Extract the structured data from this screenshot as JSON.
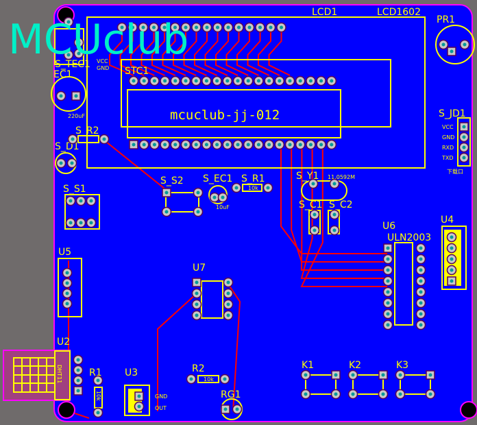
{
  "logo": "MCUclub",
  "colors": {
    "board": "#0000ff",
    "silk": "#ffff00",
    "trace": "#ff0000",
    "outline": "#ff00ff",
    "logo": "#00f0c8",
    "background": "#6f6b6b"
  },
  "labels": {
    "lcd1": "LCD1",
    "lcd1602": "LCD1602",
    "stc1": "STC1",
    "chip_text": "mcuclub-jj-012",
    "pr1": "PR1",
    "s_jd1": "S_JD1",
    "vcc": "VCC",
    "gnd": "GND",
    "rxd": "RXD",
    "txd": "TXD",
    "download": "下载口",
    "s_tec1": "S_TEC1",
    "tec_vcc": "VCC",
    "tec_gnd": "GND",
    "ec1": "EC1",
    "ec1_val": "220uF",
    "s_r2": "S_R2",
    "s_d1": "S_D1",
    "s_s1": "S_S1",
    "s_s2": "S_S2",
    "s_ec1": "S_EC1",
    "s_ec1_val": "10uF",
    "s_r1": "S_R1",
    "s_r1_val": "10k",
    "s_y1": "S_Y1",
    "s_y1_val": "11.0592M",
    "s_c1": "S_C1",
    "s_c2": "S_C2",
    "u6": "U6",
    "uln2003": "ULN2003",
    "u4": "U4",
    "u5": "U5",
    "u7": "U7",
    "u2": "U2",
    "u2_text": "DHT11",
    "r1": "R1",
    "r1_val": "10k",
    "u3": "U3",
    "u3_gnd": "GND",
    "u3_out": "OUT",
    "r2": "R2",
    "r2_val": "10k",
    "rg1": "RG1",
    "k1": "K1",
    "k2": "K2",
    "k3": "K3"
  }
}
